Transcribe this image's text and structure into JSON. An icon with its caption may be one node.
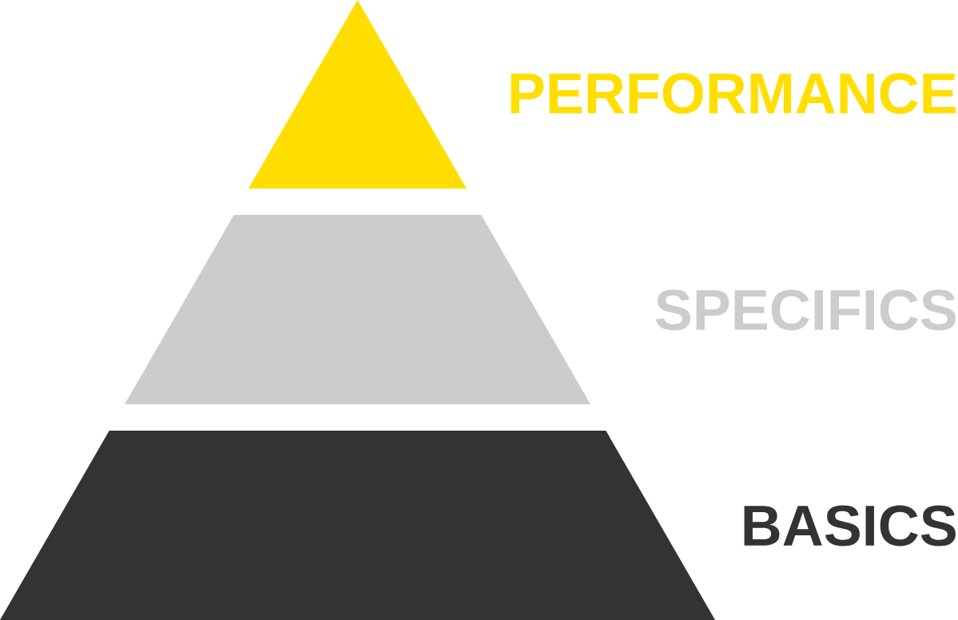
{
  "diagram": {
    "nodes": [
      {
        "text": [],
        "shape": "triangle",
        "beside": [
          "PERFORMANCE"
        ]
      },
      {
        "text": [],
        "shape": "trapezium",
        "beside": [
          "SPECIFICS"
        ]
      },
      {
        "text": [],
        "shape": "trapezium",
        "beside": [
          "BASICS"
        ]
      }
    ]
  }
}
